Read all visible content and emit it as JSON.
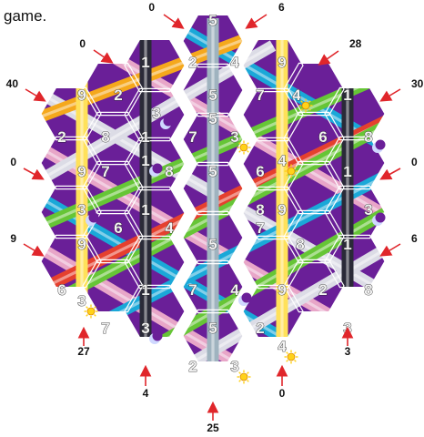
{
  "intro_text": "game.",
  "colors": {
    "hex_fill": "#6a1f98",
    "hex_border": "#ffffff",
    "arrow": "#e0262b",
    "pipe_white": "#dcdce6",
    "pipe_blue": "#1aa8d8",
    "pipe_green": "#66c536",
    "pipe_pink": "#e8a6c8",
    "pipe_red": "#e5402e",
    "pipe_orange": "#f5a81c",
    "pipe_yellow": "#ffe15a",
    "pipe_black": "#2a2a38",
    "pipe_steel": "#9fb3bf"
  },
  "tiles": [
    {
      "num": "5",
      "icon": ""
    },
    {
      "num": "2",
      "icon": ""
    },
    {
      "num": "4",
      "icon": ""
    },
    {
      "num": "1",
      "icon": ""
    },
    {
      "num": "9",
      "icon": ""
    },
    {
      "num": "3",
      "icon": "moon-icon"
    },
    {
      "num": "7",
      "icon": ""
    },
    {
      "num": "2",
      "icon": ""
    },
    {
      "num": "5",
      "icon": ""
    },
    {
      "num": "4",
      "icon": "sun-icon"
    },
    {
      "num": "9",
      "icon": ""
    },
    {
      "num": "1",
      "icon": ""
    },
    {
      "num": "3",
      "icon": "sun-icon"
    },
    {
      "num": "1",
      "icon": ""
    },
    {
      "num": "8",
      "icon": ""
    },
    {
      "num": "7",
      "icon": ""
    },
    {
      "num": "5",
      "icon": ""
    },
    {
      "num": "6",
      "icon": ""
    },
    {
      "num": "2",
      "icon": ""
    },
    {
      "num": "1",
      "icon": "moon-icon"
    },
    {
      "num": "4",
      "icon": "sun-icon"
    },
    {
      "num": "8",
      "icon": "moon-icon"
    },
    {
      "num": "9",
      "icon": ""
    },
    {
      "num": "8",
      "icon": ""
    },
    {
      "num": "6",
      "icon": ""
    },
    {
      "num": "1",
      "icon": ""
    },
    {
      "num": "7",
      "icon": ""
    },
    {
      "num": "5",
      "icon": ""
    },
    {
      "num": "9",
      "icon": ""
    },
    {
      "num": "3",
      "icon": "moon-icon"
    },
    {
      "num": "1",
      "icon": ""
    },
    {
      "num": "8",
      "icon": ""
    },
    {
      "num": "3",
      "icon": "moon-icon"
    },
    {
      "num": "9",
      "icon": ""
    },
    {
      "num": "6",
      "icon": ""
    },
    {
      "num": "4",
      "icon": ""
    },
    {
      "num": "5",
      "icon": ""
    },
    {
      "num": "7",
      "icon": ""
    },
    {
      "num": "8",
      "icon": ""
    },
    {
      "num": "1",
      "icon": ""
    },
    {
      "num": "6",
      "icon": ""
    },
    {
      "num": "3",
      "icon": "sun-icon"
    },
    {
      "num": "1",
      "icon": ""
    },
    {
      "num": "7",
      "icon": ""
    },
    {
      "num": "4",
      "icon": "moon-icon"
    },
    {
      "num": "9",
      "icon": ""
    },
    {
      "num": "2",
      "icon": ""
    },
    {
      "num": "8",
      "icon": ""
    },
    {
      "num": "7",
      "icon": ""
    },
    {
      "num": "3",
      "icon": "moon-icon"
    },
    {
      "num": "5",
      "icon": ""
    },
    {
      "num": "2",
      "icon": ""
    },
    {
      "num": "4",
      "icon": "sun-icon"
    },
    {
      "num": "3",
      "icon": ""
    },
    {
      "num": "2",
      "icon": ""
    },
    {
      "num": "3",
      "icon": "sun-icon"
    }
  ],
  "scores": [
    "0",
    "6",
    "0",
    "28",
    "40",
    "30",
    "0",
    "0",
    "9",
    "6",
    "27",
    "3",
    "4",
    "0",
    "25"
  ]
}
